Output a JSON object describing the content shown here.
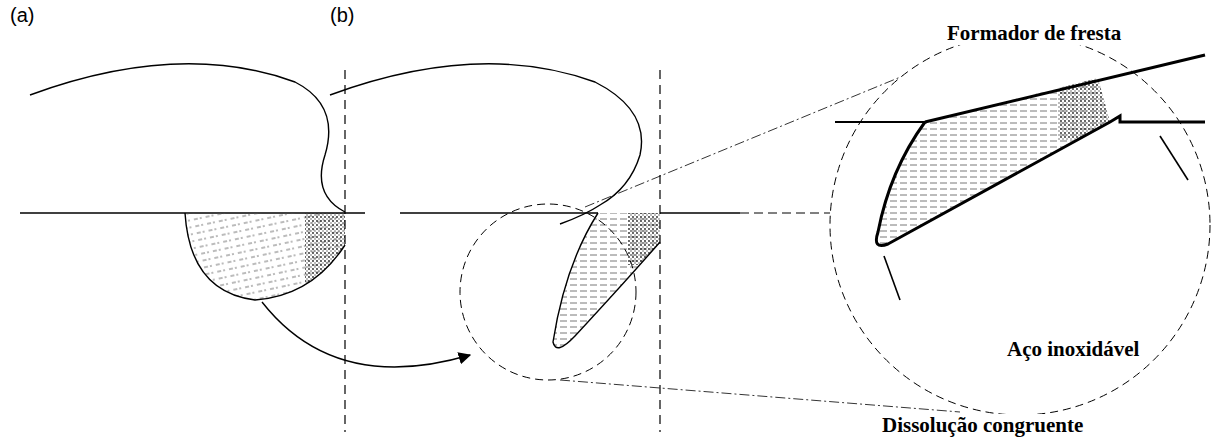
{
  "diagram": {
    "labels": [
      "(a)",
      "(b)",
      "Formador de fresta",
      "Aço inoxidável",
      "Dissolução congruente"
    ]
  }
}
